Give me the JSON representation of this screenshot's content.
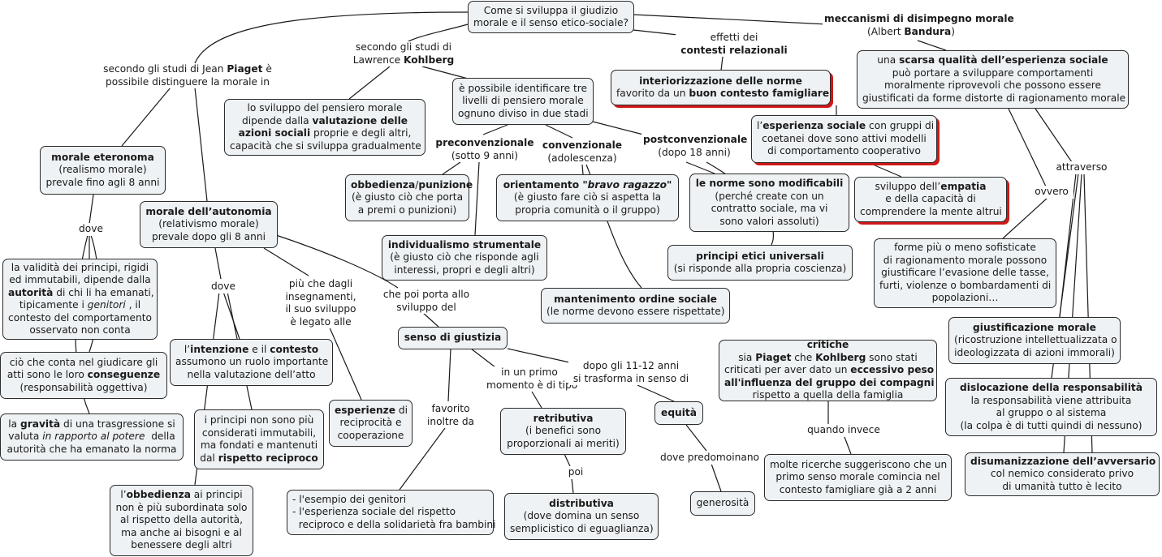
{
  "nodes": {
    "root": [
      [
        {
          "t": "Come si sviluppa il giudizio"
        }
      ],
      [
        {
          "t": "morale e il senso etico-sociale?"
        }
      ]
    ],
    "piaget_heteronomy": [
      [
        {
          "t": "morale eteronoma",
          "b": true
        }
      ],
      [
        {
          "t": "(realismo morale)"
        }
      ],
      [
        {
          "t": "prevale fino agli 8 anni"
        }
      ]
    ],
    "validita": [
      [
        {
          "t": "la validità dei principi, rigidi"
        }
      ],
      [
        {
          "t": "ed immutabili, dipende dalla"
        }
      ],
      [
        {
          "t": "autorità",
          "b": true
        },
        {
          "t": " di chi li ha emanati,"
        }
      ],
      [
        {
          "t": "tipicamente i "
        },
        {
          "t": "genitori",
          "i": true
        },
        {
          "t": " , il"
        }
      ],
      [
        {
          "t": "contesto del comportamento"
        }
      ],
      [
        {
          "t": "osservato non conta"
        }
      ]
    ],
    "conseguenze": [
      [
        {
          "t": "ciò che conta nel giudicare gli"
        }
      ],
      [
        {
          "t": "atti sono le loro "
        },
        {
          "t": "conseguenze",
          "b": true
        }
      ],
      [
        {
          "t": "(responsabilità oggettiva)"
        }
      ]
    ],
    "gravita": [
      [
        {
          "t": "la "
        },
        {
          "t": "gravità",
          "b": true
        },
        {
          "t": " di una trasgressione si"
        }
      ],
      [
        {
          "t": "valuta "
        },
        {
          "t": "in rapporto al potere",
          "i": true
        },
        {
          "t": "  della"
        }
      ],
      [
        {
          "t": "autorità che ha emanato la norma"
        }
      ]
    ],
    "autonomia": [
      [
        {
          "t": "morale dell’autonomia",
          "b": true
        }
      ],
      [
        {
          "t": "(relativismo morale)"
        }
      ],
      [
        {
          "t": "prevale dopo gli 8 anni"
        }
      ]
    ],
    "intenzione": [
      [
        {
          "t": "l’"
        },
        {
          "t": "intenzione",
          "b": true
        },
        {
          "t": " e il "
        },
        {
          "t": "contesto",
          "b": true
        }
      ],
      [
        {
          "t": "assumono un ruolo importante"
        }
      ],
      [
        {
          "t": "nella valutazione dell’atto"
        }
      ]
    ],
    "principi_non": [
      [
        {
          "t": "i principi non sono più"
        }
      ],
      [
        {
          "t": "considerati immutabili,"
        }
      ],
      [
        {
          "t": "ma fondati e mantenuti"
        }
      ],
      [
        {
          "t": "dal "
        },
        {
          "t": "rispetto reciproco",
          "b": true
        }
      ]
    ],
    "obbedienza_principi": [
      [
        {
          "t": "l’"
        },
        {
          "t": "obbedienza",
          "b": true
        },
        {
          "t": " ai principi"
        }
      ],
      [
        {
          "t": "non è più subordinata solo"
        }
      ],
      [
        {
          "t": "al rispetto della autorità,"
        }
      ],
      [
        {
          "t": "ma anche ai bisogni e al"
        }
      ],
      [
        {
          "t": "benessere degli altri"
        }
      ]
    ],
    "esperienze": [
      [
        {
          "t": "esperienze",
          "b": true
        },
        {
          "t": " di"
        }
      ],
      [
        {
          "t": "reciprocità e"
        }
      ],
      [
        {
          "t": "cooperazione"
        }
      ]
    ],
    "senso_giustizia": [
      [
        {
          "t": "senso di giustizia",
          "b": true
        }
      ]
    ],
    "esempio": [
      [
        {
          "t": "- l'esempio dei genitori"
        }
      ],
      [
        {
          "t": "- l'esperienza sociale del rispetto"
        }
      ],
      [
        {
          "t": "  reciproco e della solidarietà fra bambini"
        }
      ]
    ],
    "retributiva": [
      [
        {
          "t": "retributiva",
          "b": true
        }
      ],
      [
        {
          "t": "(i benefici sono"
        }
      ],
      [
        {
          "t": "proporzionali ai meriti)"
        }
      ]
    ],
    "distributiva": [
      [
        {
          "t": "distributiva",
          "b": true
        }
      ],
      [
        {
          "t": "(dove domina un senso"
        }
      ],
      [
        {
          "t": "semplicistico di eguaglianza)"
        }
      ]
    ],
    "equita": [
      [
        {
          "t": "equità",
          "b": true
        }
      ]
    ],
    "generosita": [
      [
        {
          "t": "generosità"
        }
      ]
    ],
    "kohlberg_sviluppo": [
      [
        {
          "t": "lo sviluppo del pensiero morale"
        }
      ],
      [
        {
          "t": "dipende dalla "
        },
        {
          "t": "valutazione delle",
          "b": true
        }
      ],
      [
        {
          "t": "azioni sociali",
          "b": true
        },
        {
          "t": " proprie e degli altri,"
        }
      ],
      [
        {
          "t": "capacità che si sviluppa gradualmente"
        }
      ]
    ],
    "tre_livelli": [
      [
        {
          "t": "è possibile identificare tre"
        }
      ],
      [
        {
          "t": "livelli di pensiero morale"
        }
      ],
      [
        {
          "t": "ognuno diviso in due stadi"
        }
      ]
    ],
    "obbedienza_punizione": [
      [
        {
          "t": "obbedienza",
          "b": true
        },
        {
          "t": "/"
        },
        {
          "t": "punizione",
          "b": true
        }
      ],
      [
        {
          "t": "(è giusto ciò che porta"
        }
      ],
      [
        {
          "t": "a premi o punizioni)"
        }
      ]
    ],
    "individualismo": [
      [
        {
          "t": "individualismo strumentale",
          "b": true
        }
      ],
      [
        {
          "t": "(è giusto ciò che risponde agli"
        }
      ],
      [
        {
          "t": "interessi, propri e degli altri)"
        }
      ]
    ],
    "bravo_ragazzo": [
      [
        {
          "t": "orientamento ",
          "b": true
        },
        {
          "t": "\"bravo ragazzo\"",
          "b": true,
          "i": true
        }
      ],
      [
        {
          "t": "(è giusto fare ciò si aspetta la"
        }
      ],
      [
        {
          "t": "propria comunità o il gruppo)"
        }
      ]
    ],
    "ordine_sociale": [
      [
        {
          "t": "mantenimento ordine sociale",
          "b": true
        }
      ],
      [
        {
          "t": "(le norme devono essere rispettate)"
        }
      ]
    ],
    "norme_modificabili": [
      [
        {
          "t": "le norme sono modificabili",
          "b": true
        }
      ],
      [
        {
          "t": "(perché create con un"
        }
      ],
      [
        {
          "t": "contratto sociale, ma vi"
        }
      ],
      [
        {
          "t": "sono valori assoluti)"
        }
      ]
    ],
    "principi_etici": [
      [
        {
          "t": "principi etici universali",
          "b": true
        }
      ],
      [
        {
          "t": "(si risponde alla propria coscienza)"
        }
      ]
    ],
    "interiorizzazione": [
      [
        {
          "t": "interiorizzazione delle norme",
          "b": true
        }
      ],
      [
        {
          "t": "favorito da un "
        },
        {
          "t": "buon contesto famigliare",
          "b": true
        }
      ]
    ],
    "esperienza_sociale": [
      [
        {
          "t": "l’"
        },
        {
          "t": "esperienza sociale",
          "b": true
        },
        {
          "t": " con gruppi di"
        }
      ],
      [
        {
          "t": "coetanei dove sono attivi modelli"
        }
      ],
      [
        {
          "t": "di comportamento cooperativo"
        }
      ]
    ],
    "empatia": [
      [
        {
          "t": "sviluppo dell’"
        },
        {
          "t": "empatia",
          "b": true
        }
      ],
      [
        {
          "t": "e della capacità di"
        }
      ],
      [
        {
          "t": "comprendere la mente altrui"
        }
      ]
    ],
    "critiche": [
      [
        {
          "t": "critiche",
          "b": true
        }
      ],
      [
        {
          "t": "sia "
        },
        {
          "t": "Piaget",
          "b": true
        },
        {
          "t": " che "
        },
        {
          "t": "Kohlberg",
          "b": true
        },
        {
          "t": " sono stati"
        }
      ],
      [
        {
          "t": "criticati per aver dato un "
        },
        {
          "t": "eccessivo peso",
          "b": true
        }
      ],
      [
        {
          "t": "all'influenza del gruppo dei compagni",
          "b": true
        }
      ],
      [
        {
          "t": "rispetto a quella della famiglia"
        }
      ]
    ],
    "ricerche": [
      [
        {
          "t": "molte ricerche suggeriscono che un"
        }
      ],
      [
        {
          "t": "primo senso morale comincia nel"
        }
      ],
      [
        {
          "t": "contesto famigliare già a 2 anni"
        }
      ]
    ],
    "scarsa_qualita": [
      [
        {
          "t": "una "
        },
        {
          "t": "scarsa qualità dell’esperienza sociale",
          "b": true
        }
      ],
      [
        {
          "t": "può portare a sviluppare comportamenti"
        }
      ],
      [
        {
          "t": "moralmente riprovevoli che possono essere"
        }
      ],
      [
        {
          "t": "giustificati da forme distorte di ragionamento morale"
        }
      ]
    ],
    "forme": [
      [
        {
          "t": "forme più o meno sofisticate"
        }
      ],
      [
        {
          "t": "di ragionamento morale possono"
        }
      ],
      [
        {
          "t": "giustificare l’evasione delle tasse,"
        }
      ],
      [
        {
          "t": "furti, violenze o bombardamenti di"
        }
      ],
      [
        {
          "t": "popolazioni…"
        }
      ]
    ],
    "giustificazione": [
      [
        {
          "t": "giustificazione morale",
          "b": true
        }
      ],
      [
        {
          "t": "(ricostruzione intellettualizzata o"
        }
      ],
      [
        {
          "t": "ideologizzata di azioni immorali)"
        }
      ]
    ],
    "dislocazione": [
      [
        {
          "t": "dislocazione della responsabilità",
          "b": true
        }
      ],
      [
        {
          "t": "la responsabilità viene attribuita"
        }
      ],
      [
        {
          "t": "al gruppo o al sistema"
        }
      ],
      [
        {
          "t": "(la colpa è di tutti quindi di nessuno)"
        }
      ]
    ],
    "disumanizzazione": [
      [
        {
          "t": "disumanizzazione dell’avversario",
          "b": true
        }
      ],
      [
        {
          "t": "col nemico considerato privo"
        }
      ],
      [
        {
          "t": "di umanità tutto è lecito"
        }
      ]
    ]
  },
  "labels": {
    "piaget_intro": [
      [
        {
          "t": "secondo gli studi di Jean "
        },
        {
          "t": "Piaget",
          "b": true
        },
        {
          "t": " è"
        }
      ],
      [
        {
          "t": "possibile distinguere la morale in"
        }
      ]
    ],
    "kohlberg_intro": [
      [
        {
          "t": "secondo gli studi di"
        }
      ],
      [
        {
          "t": "Lawrence "
        },
        {
          "t": "Kohlberg",
          "b": true
        }
      ]
    ],
    "effetti": [
      [
        {
          "t": "effetti dei"
        }
      ],
      [
        {
          "t": "contesti relazionali",
          "b": true
        }
      ]
    ],
    "bandura": [
      [
        {
          "t": "meccanismi di disimpegno morale",
          "b": true
        }
      ],
      [
        {
          "t": "(Albert "
        },
        {
          "t": "Bandura",
          "b": true
        },
        {
          "t": ")"
        }
      ]
    ],
    "dove1": [
      [
        {
          "t": "dove"
        }
      ]
    ],
    "dove2": [
      [
        {
          "t": "dove"
        }
      ]
    ],
    "piu_che": [
      [
        {
          "t": "più che dagli"
        }
      ],
      [
        {
          "t": "insegnamenti,"
        }
      ],
      [
        {
          "t": "il suo sviluppo"
        }
      ],
      [
        {
          "t": "è legato alle"
        }
      ]
    ],
    "che_poi": [
      [
        {
          "t": "che poi porta allo"
        }
      ],
      [
        {
          "t": "sviluppo del"
        }
      ]
    ],
    "favorito": [
      [
        {
          "t": "favorito"
        }
      ],
      [
        {
          "t": "inoltre da"
        }
      ]
    ],
    "primo_momento": [
      [
        {
          "t": "in un primo"
        }
      ],
      [
        {
          "t": "momento è di tipo"
        }
      ]
    ],
    "dopo_11": [
      [
        {
          "t": "dopo gli 11-12 anni"
        }
      ],
      [
        {
          "t": "si trasforma in senso di"
        }
      ]
    ],
    "poi": [
      [
        {
          "t": "poi"
        }
      ]
    ],
    "predomoinano": [
      [
        {
          "t": "dove predomoinano"
        }
      ]
    ],
    "preconv": [
      [
        {
          "t": "preconvenzionale",
          "b": true
        }
      ],
      [
        {
          "t": "(sotto 9 anni)"
        }
      ]
    ],
    "conv": [
      [
        {
          "t": "convenzionale",
          "b": true
        }
      ],
      [
        {
          "t": "(adolescenza)"
        }
      ]
    ],
    "postconv": [
      [
        {
          "t": "postconvenzionale",
          "b": true
        }
      ],
      [
        {
          "t": "(dopo 18 anni)"
        }
      ]
    ],
    "quando_invece": [
      [
        {
          "t": "quando invece"
        }
      ]
    ],
    "attraverso": [
      [
        {
          "t": "attraverso"
        }
      ]
    ],
    "ovvero": [
      [
        {
          "t": "ovvero"
        }
      ]
    ]
  }
}
